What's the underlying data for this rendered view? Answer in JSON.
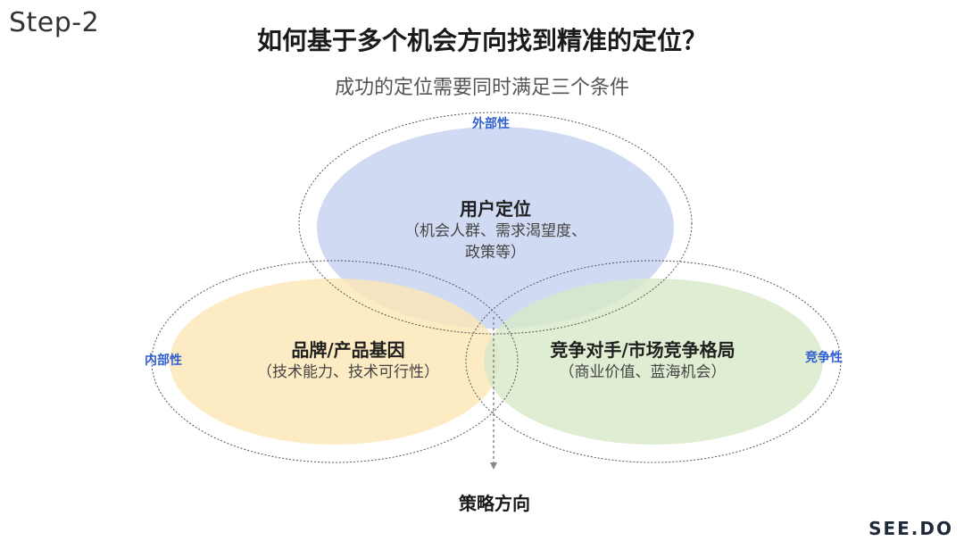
{
  "header": {
    "step": "Step-2",
    "title": "如何基于多个机会方向找到精准的定位？",
    "subtitle": "成功的定位需要同时满足三个条件"
  },
  "venn": {
    "top": {
      "title": "用户定位",
      "desc_line1": "（机会人群、需求渴望度、",
      "desc_line2": "政策等）",
      "tag": "外部性",
      "color": "#c9d4f1"
    },
    "left": {
      "title": "品牌/产品基因",
      "desc": "（技术能力、技术可行性）",
      "tag": "内部性",
      "color": "#fce6b4"
    },
    "right": {
      "title": "竞争对手/市场竞争格局",
      "desc": "（商业价值、蓝海机会）",
      "tag": "竞争性",
      "color": "#d7e8c8"
    },
    "center_arrow_target": "策略方向"
  },
  "brand": {
    "logo": "SEE.DO"
  }
}
